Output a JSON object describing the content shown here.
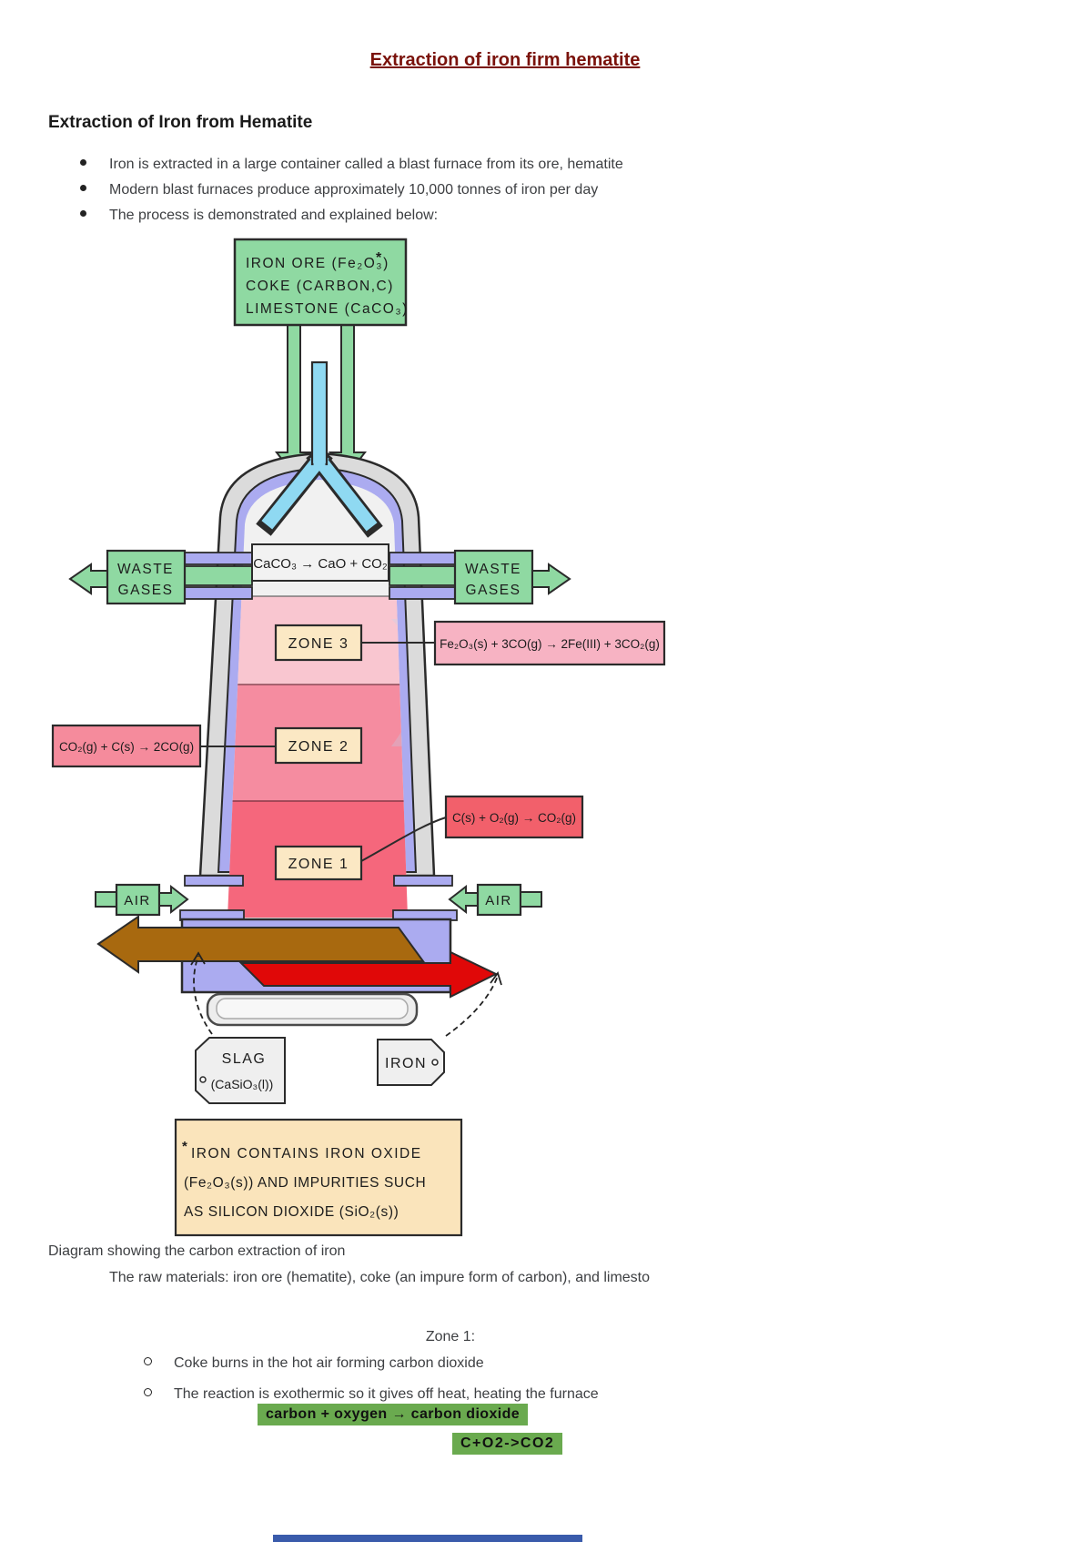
{
  "page": {
    "title": "Extraction of iron firm hematite",
    "heading": "Extraction of Iron from Hematite",
    "bullets": [
      "Iron is extracted in a large container called a blast furnace from its ore, hematite",
      "Modern blast furnaces produce approximately 10,000 tonnes of iron per day",
      "The process is demonstrated and explained below:"
    ],
    "caption_line1": "Diagram showing the carbon extraction of iron",
    "caption_line2": "The raw materials: iron ore (hematite), coke (an impure form of carbon), and limesto",
    "zone1_heading": "Zone 1:",
    "zone1_bullets": [
      "Coke burns in the hot air forming carbon dioxide",
      "The reaction is exothermic so it gives off heat, heating the furnace"
    ],
    "highlight_equation_word": "carbon + oxygen → carbon dioxide",
    "highlight_equation_symbol": "C+O2->CO2"
  },
  "diagram": {
    "materials_box": {
      "line1": "IRON ORE (Fe₂O₃)",
      "asterisk": "*",
      "line2": "COKE (CARBON,C)",
      "line3": "LIMESTONE (CaCO₃)"
    },
    "waste_gases": {
      "line1": "WASTE",
      "line2": "GASES"
    },
    "caco3_equation": "CaCO₃ → CaO + CO₂",
    "zones": {
      "zone3": {
        "label": "ZONE 3",
        "equation": "Fe₂O₃(s) + 3CO(g) → 2Fe(III) + 3CO₂(g)"
      },
      "zone2": {
        "label": "ZONE 2",
        "equation": "CO₂(g) + C(s) → 2CO(g)"
      },
      "zone1": {
        "label": "ZONE 1",
        "equation": "C(s) + O₂(g) → CO₂(g)"
      }
    },
    "air_label": "AIR",
    "slag_tag": {
      "line1": "SLAG",
      "line2": "(CaSiO₃(l))"
    },
    "iron_tag": "IRON",
    "note_box": {
      "asterisk": "*",
      "line1": "IRON CONTAINS IRON OXIDE",
      "line2": "(Fe₂O₃(s)) AND IMPURITIES SUCH",
      "line3": "AS SILICON DIOXIDE (SiO₂(s))"
    }
  },
  "colors": {
    "title_maroon": "#7a120b",
    "highlight_green": "#6aaa4f",
    "box_green": "#8fd9a2",
    "funnel_blue": "#8fd9f2",
    "lining_purple": "#ababf0",
    "zone3_pink": "#f9c6d0",
    "zone2_pink": "#f58ca0",
    "zone1_red": "#f5677c",
    "slag_brown": "#a8690f",
    "iron_red": "#e00808",
    "footer_blue": "#3a5bab"
  }
}
